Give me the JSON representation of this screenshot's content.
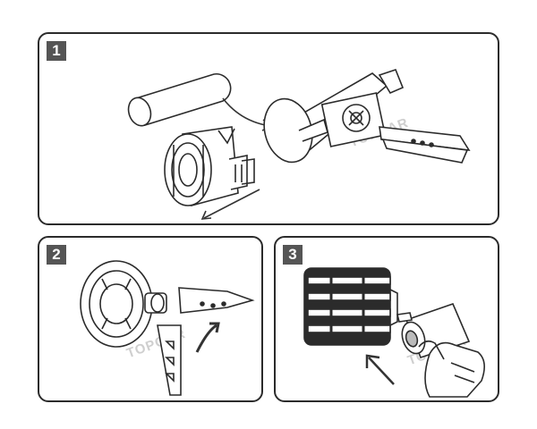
{
  "steps": [
    {
      "number": "1"
    },
    {
      "number": "2"
    },
    {
      "number": "3"
    }
  ],
  "watermark": {
    "text": "TOPCAR"
  },
  "colors": {
    "line": "#2b2b2b",
    "badge": "#555555",
    "arrow": "#333333",
    "watermark": "#cfcfcf"
  }
}
